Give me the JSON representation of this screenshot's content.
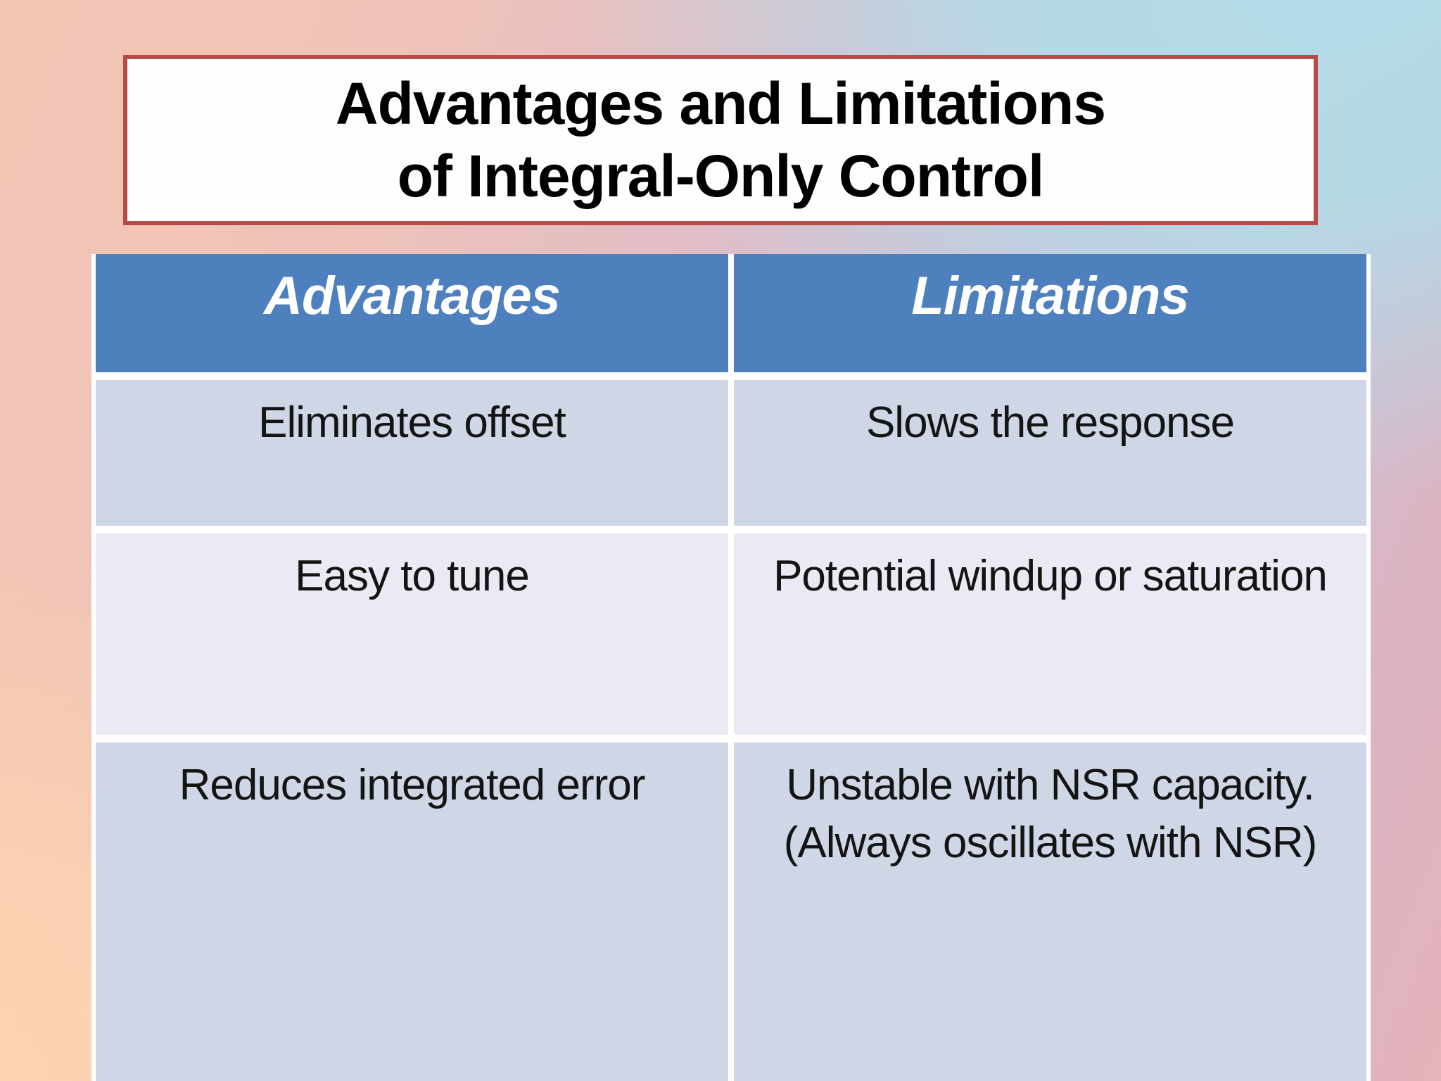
{
  "slide": {
    "title": {
      "line1": "Advantages and Limitations",
      "line2": "of Integral-Only Control"
    },
    "table": {
      "headers": [
        "Advantages",
        "Limitations"
      ],
      "rows": [
        [
          "Eliminates offset",
          "Slows the response"
        ],
        [
          "Easy to tune",
          "Potential windup or saturation"
        ],
        [
          "Reduces integrated error",
          "Unstable with NSR capacity. (Always oscillates with NSR)"
        ]
      ]
    },
    "colors": {
      "header_bg": "#4e80bd",
      "band_dark": "#cfd7e7",
      "band_light": "#e9eaf3",
      "title_border": "#b74b48",
      "title_bg": "#fffefd",
      "header_text": "#ffffff",
      "body_text": "#141414",
      "bg_top_left": "#f2c5b4",
      "bg_top_right": "#b2dbe8",
      "bg_bottom_left": "#fdd4b0",
      "bg_bottom_right": "#e4b3bb"
    }
  }
}
